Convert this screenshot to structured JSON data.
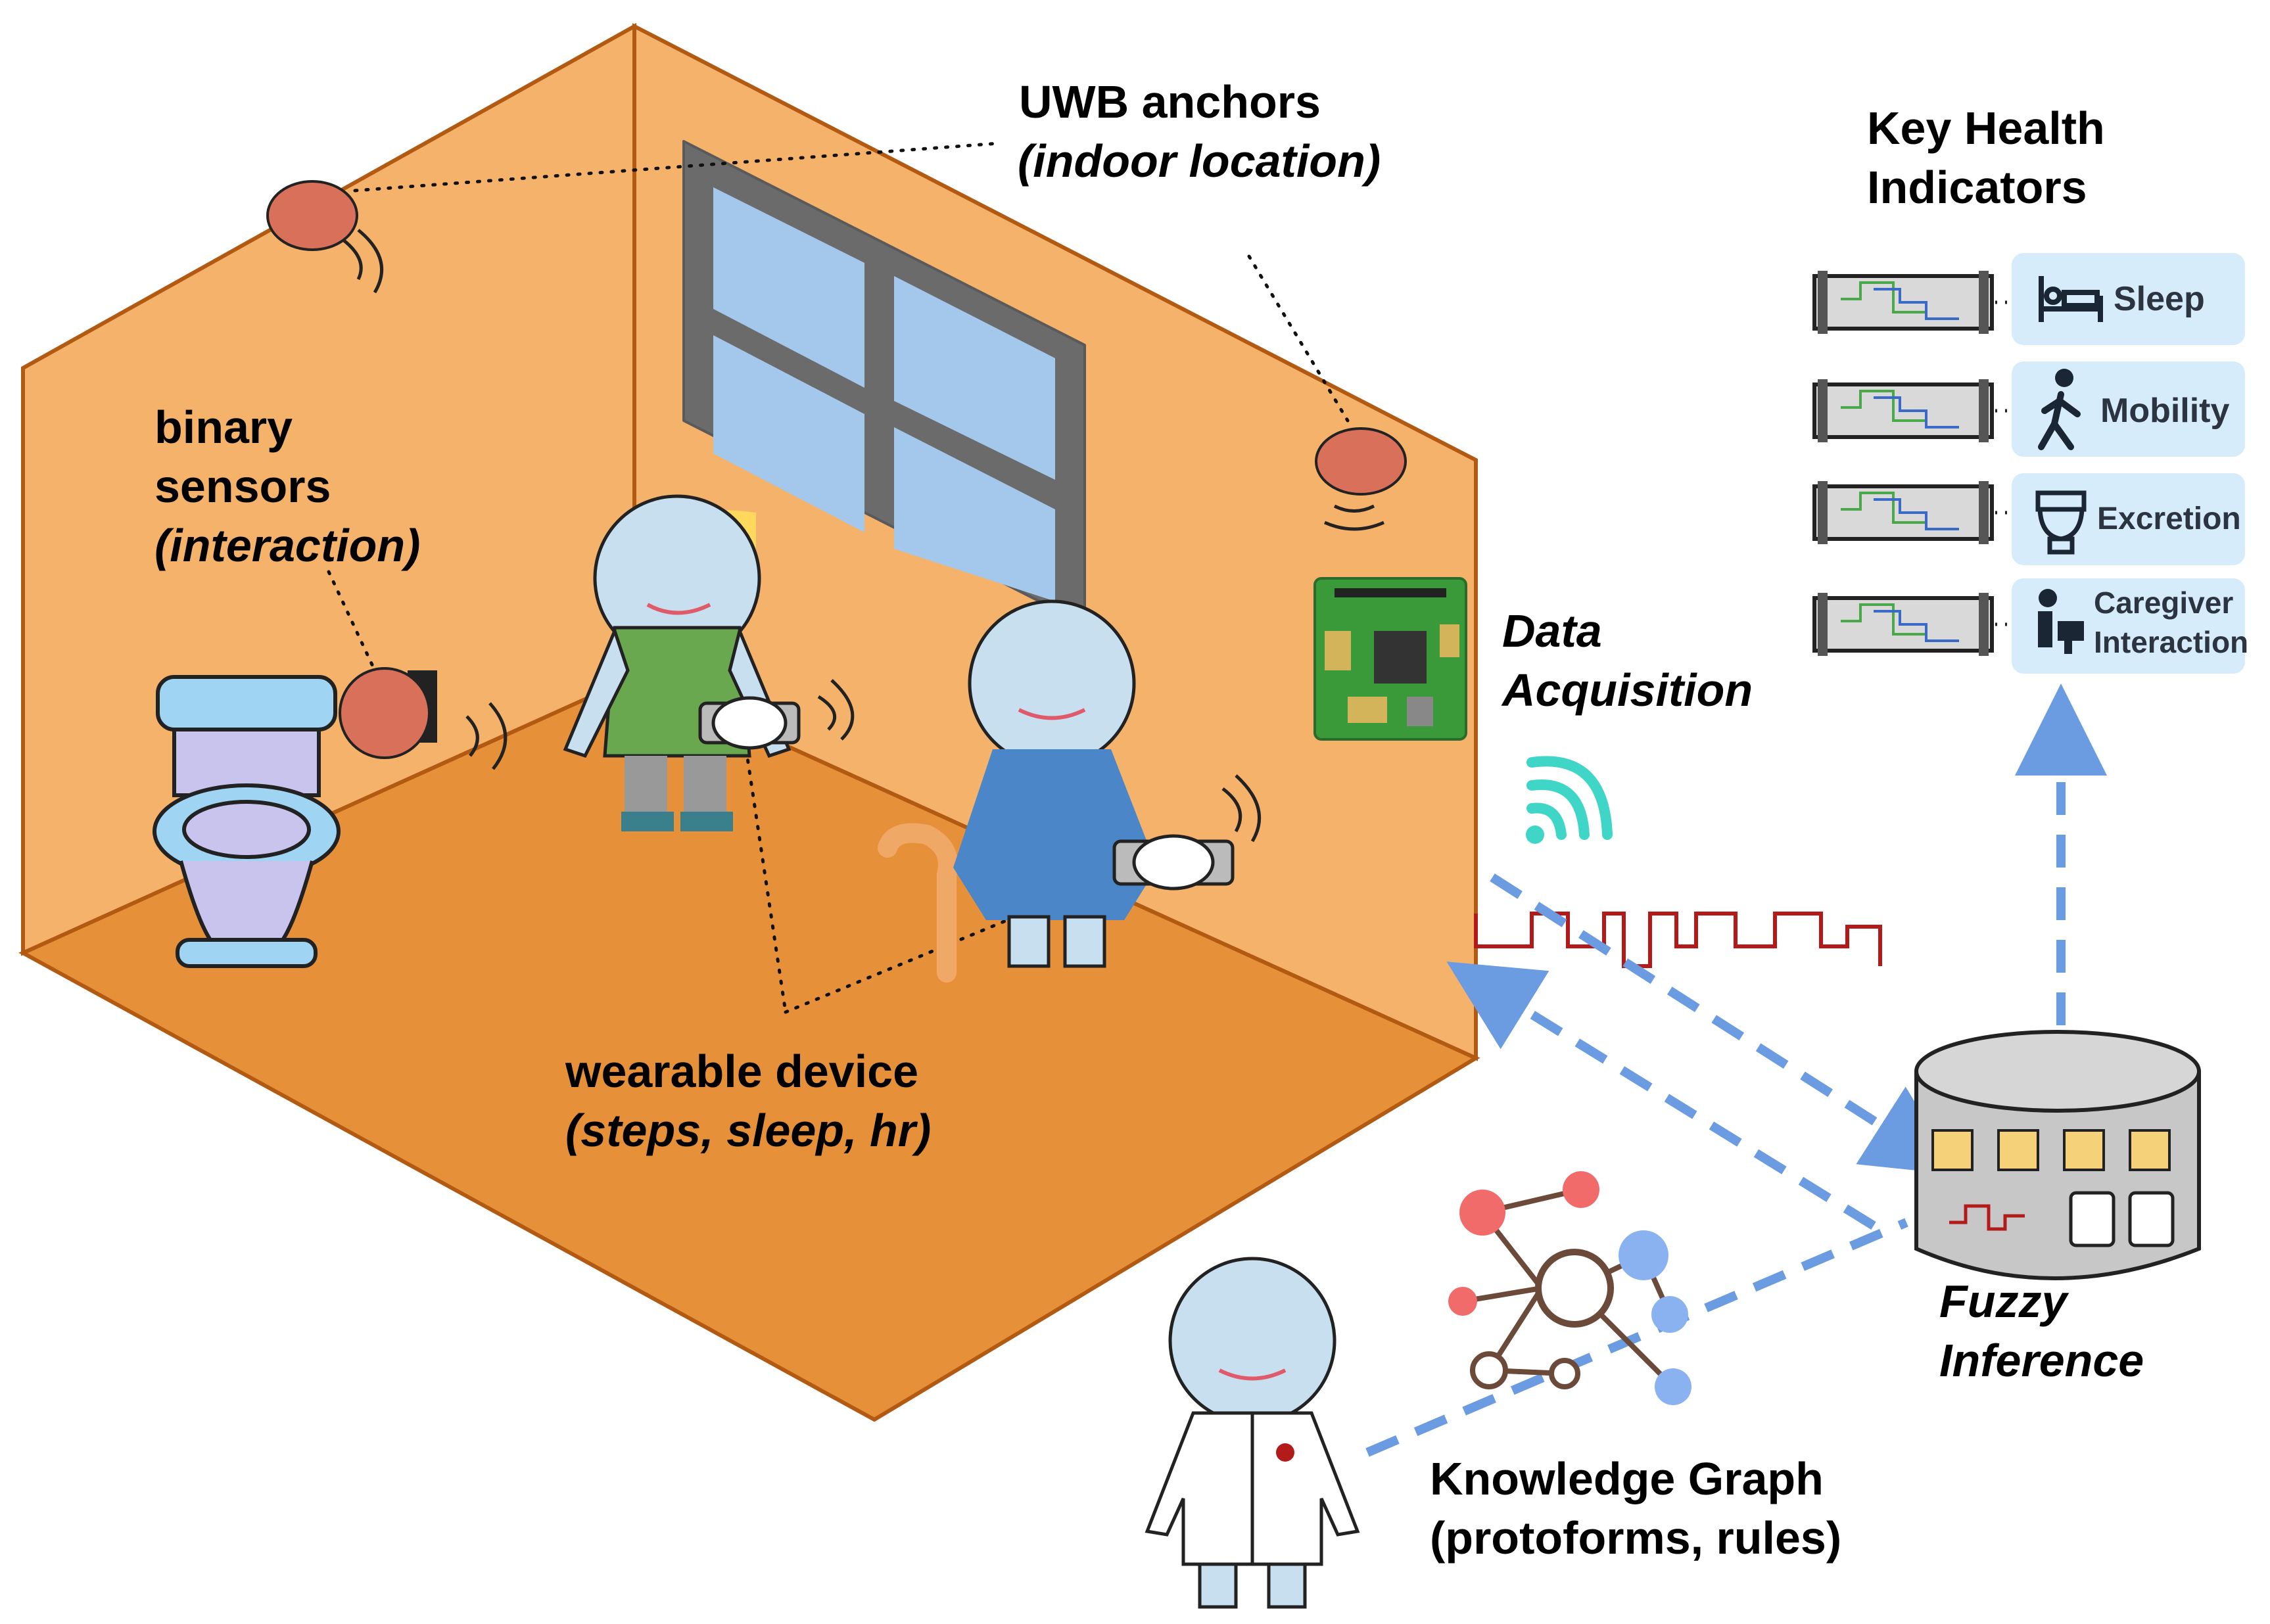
{
  "labels": {
    "uwb_title": "UWB anchors",
    "uwb_sub": "(indoor location)",
    "binary_title": "binary",
    "binary_title2": "sensors",
    "binary_sub": "(interaction)",
    "data_acq_1": "Data",
    "data_acq_2": "Acquisition",
    "wearable_title": "wearable device",
    "wearable_sub": "(steps, sleep, hr)",
    "kg_title": "Knowledge Graph",
    "kg_sub": "(protoforms, rules)",
    "fuzzy_1": "Fuzzy",
    "fuzzy_2": "Inference",
    "khi_1": "Key Health",
    "khi_2": "Indicators"
  },
  "indicators": [
    {
      "label": "Sleep",
      "icon": "bed-icon"
    },
    {
      "label": "Mobility",
      "icon": "walking-person-icon"
    },
    {
      "label": "Excretion",
      "icon": "toilet-icon"
    },
    {
      "label": "Caregiver",
      "label2": "Interaction",
      "icon": "caregiver-icon"
    }
  ],
  "colors": {
    "wall": "#f5b26b",
    "floor": "#e6913a",
    "wall_outline": "#b35a12",
    "sensor": "#d9705a",
    "arrow": "#6b9be0",
    "signal": "#b31b1b",
    "wifi": "#3fd6c8",
    "indicator_bg": "#d6ecfb"
  }
}
